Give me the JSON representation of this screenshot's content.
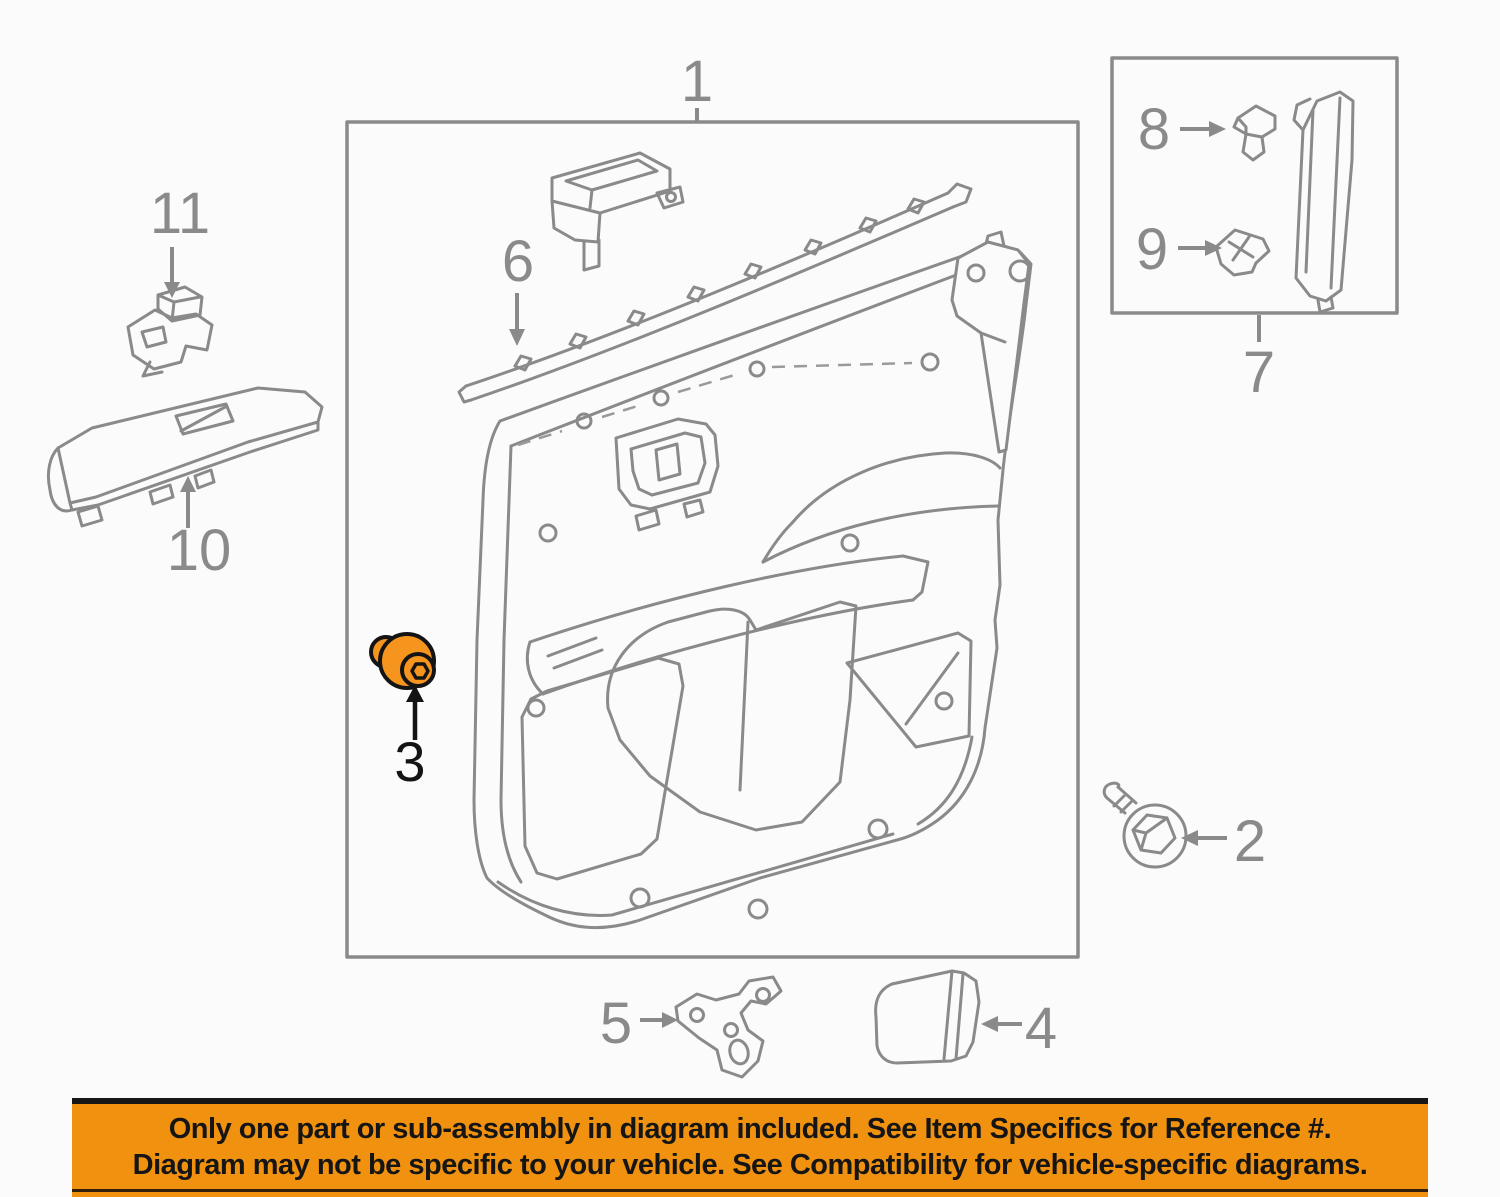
{
  "diagram": {
    "part_labels": {
      "p1": "1",
      "p2": "2",
      "p3": "3",
      "p4": "4",
      "p5": "5",
      "p6": "6",
      "p7": "7",
      "p8": "8",
      "p9": "9",
      "p10": "10",
      "p11": "11"
    },
    "highlighted_part": "3",
    "colors": {
      "line": "#8A8A8A",
      "highlight_fill": "#F5951E",
      "highlight_outline": "#141414"
    }
  },
  "banner": {
    "line1": "Only one part or sub-assembly in diagram included. See Item Specifics for Reference #.",
    "line2": "Diagram may not be specific to your vehicle. See Compatibility for vehicle-specific diagrams.",
    "colors": {
      "background": "#F0920F",
      "text": "#151515",
      "border": "#161616"
    }
  }
}
